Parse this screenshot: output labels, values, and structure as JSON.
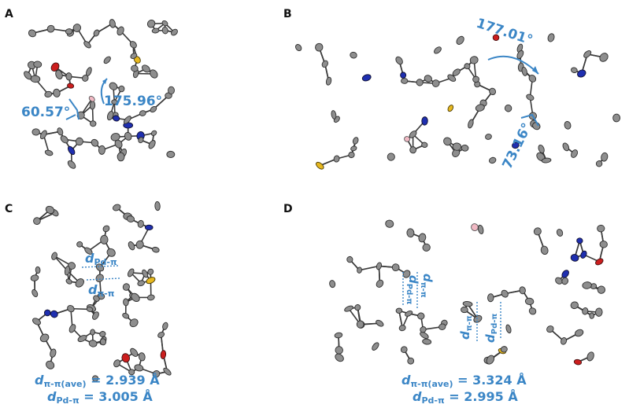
{
  "panels": [
    {
      "letter": "A",
      "angles": [
        "60.57°",
        "175.96°"
      ]
    },
    {
      "letter": "B",
      "angles": [
        "177.01°",
        "73.16°"
      ]
    },
    {
      "letter": "C",
      "labels": {
        "d_pd_pi_main": "d",
        "d_pd_pi_sub": "Pd-π",
        "d_pi_pi_main": "d",
        "d_pi_pi_sub": "π-π"
      },
      "results": [
        {
          "main": "d",
          "sub": "π-π(ave)",
          "value": " = 2.939 Å"
        },
        {
          "main": "d",
          "sub": "Pd-π",
          "value": " = 3.005 Å"
        }
      ]
    },
    {
      "letter": "D",
      "labels": {
        "d_pi_pi_main": "d",
        "d_pi_pi_sub": "π-π",
        "d_pd_pi_main": "d",
        "d_pd_pi_sub": "Pd-π"
      },
      "results": [
        {
          "main": "d",
          "sub": "π-π(ave)",
          "value": " = 3.324 Å"
        },
        {
          "main": "d",
          "sub": "Pd-π",
          "value": " = 2.995 Å"
        }
      ]
    }
  ],
  "colors": {
    "annotation": "#3b86c6",
    "carbon": "#8e8e8e",
    "nitrogen": "#1f2fb0",
    "oxygen": "#cc1e1e",
    "sulfur": "#e6b820",
    "boron": "#f1b9c4"
  }
}
